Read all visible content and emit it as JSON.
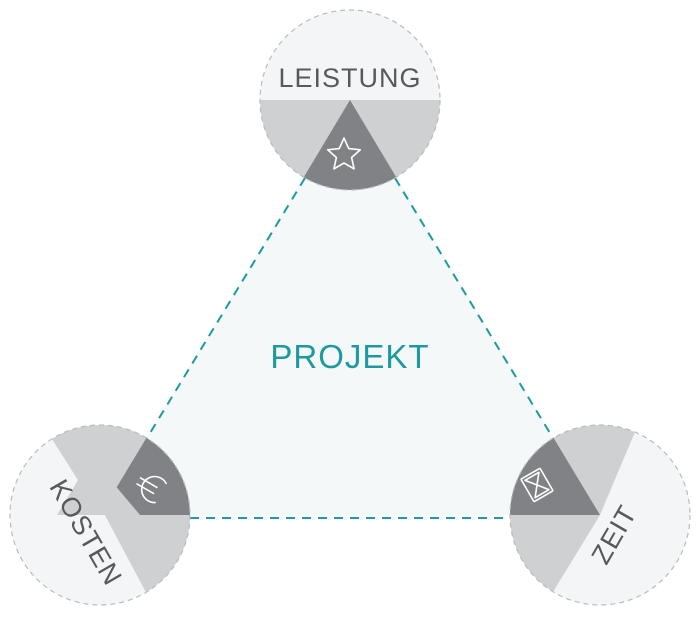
{
  "diagram": {
    "center": {
      "label": "PROJEKT"
    },
    "nodes": [
      {
        "id": "leistung",
        "label": "LEISTUNG",
        "icon": "star-icon"
      },
      {
        "id": "kosten",
        "label": "KOSTEN",
        "icon": "euro-icon"
      },
      {
        "id": "zeit",
        "label": "ZEIT",
        "icon": "hourglass-icon"
      }
    ],
    "colors": {
      "accent": "#1c9aa0",
      "triangle_fill": "#f4f8f8",
      "circle_light": "#f4f5f6",
      "circle_mid": "#cfd0d2",
      "circle_dark": "#808285",
      "text": "#58595b"
    }
  }
}
